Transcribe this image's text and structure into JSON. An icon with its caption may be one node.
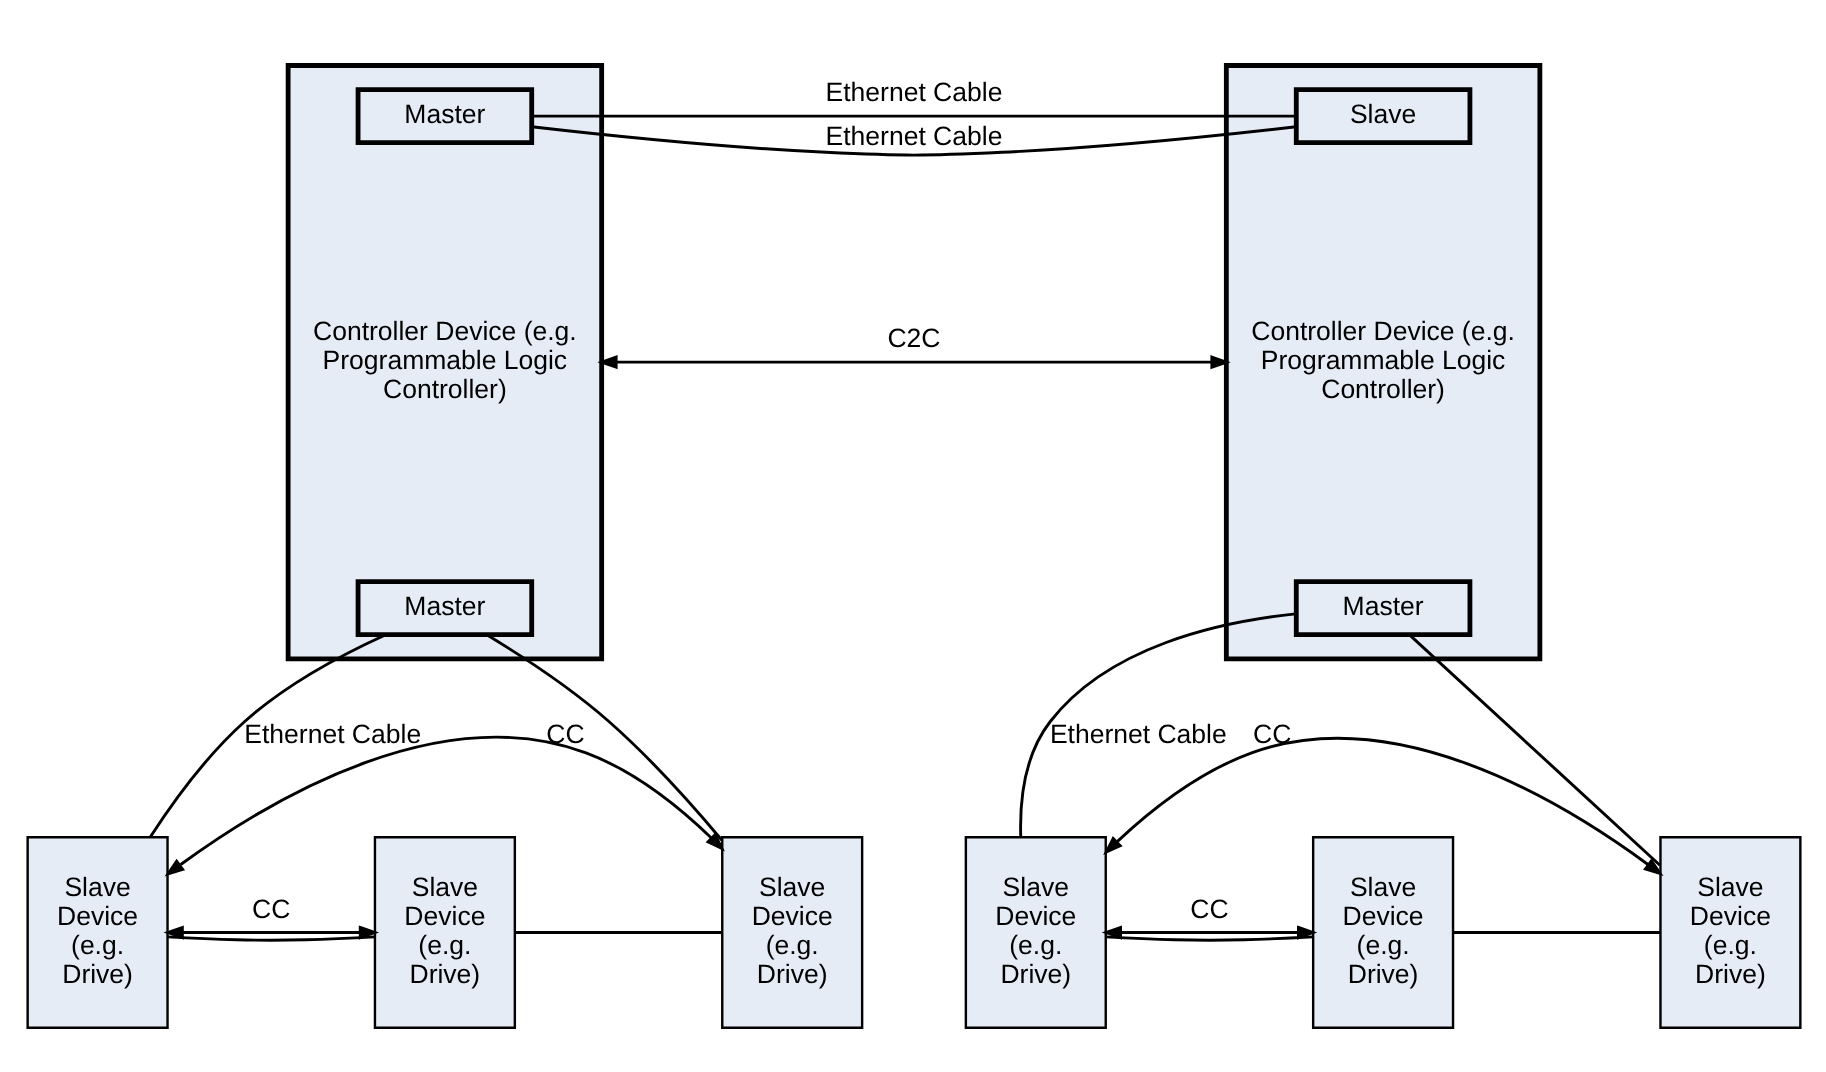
{
  "diagram": {
    "nodes": [
      {
        "text": [
          "Controller Device (e.g. Programmable Logic Controller)"
        ]
      },
      {
        "text": [
          "Master"
        ],
        "in": 0
      },
      {
        "text": [
          "Master"
        ],
        "in": 0
      },
      {
        "text": [
          "Controller Device (e.g. Programmable Logic Controller)"
        ]
      },
      {
        "text": [
          "Slave"
        ],
        "in": 3
      },
      {
        "text": [
          "Master"
        ],
        "in": 3
      },
      {
        "text": [
          "Slave Device (e.g. Drive)"
        ]
      },
      {
        "text": [
          "Slave Device (e.g. Drive)"
        ]
      },
      {
        "text": [
          "Slave Device (e.g. Drive)"
        ]
      },
      {
        "text": [
          "Slave Device (e.g. Drive)"
        ]
      },
      {
        "text": [
          "Slave Device (e.g. Drive)"
        ]
      },
      {
        "text": [
          "Slave Device (e.g. Drive)"
        ]
      }
    ],
    "edges": [
      {
        "from": 1,
        "to": 4,
        "arrow": "none",
        "label": "Ethernet Cable"
      },
      {
        "from": 1,
        "to": 4,
        "arrow": "none",
        "label": "Ethernet Cable"
      },
      {
        "from": 0,
        "to": 3,
        "arrow": "both",
        "label": "C2C"
      },
      {
        "from": 2,
        "to": 6,
        "arrow": "none",
        "label": "Ethernet Cable"
      },
      {
        "from": 6,
        "to": 7,
        "arrow": "none"
      },
      {
        "from": 7,
        "to": 8,
        "arrow": "none"
      },
      {
        "from": 2,
        "to": 8,
        "arrow": "none"
      },
      {
        "from": 5,
        "to": 9,
        "arrow": "none",
        "label": "Ethernet Cable"
      },
      {
        "from": 9,
        "to": 10,
        "arrow": "none"
      },
      {
        "from": 10,
        "to": 11,
        "arrow": "none"
      },
      {
        "from": 5,
        "to": 11,
        "arrow": "none"
      },
      {
        "from": 6,
        "to": 7,
        "arrow": "both",
        "label": "CC"
      },
      {
        "from": 6,
        "to": 8,
        "arrow": "both",
        "label": "CC"
      },
      {
        "from": 9,
        "to": 10,
        "arrow": "both",
        "label": "CC"
      },
      {
        "from": 9,
        "to": 11,
        "arrow": "both",
        "label": "CC"
      }
    ]
  }
}
